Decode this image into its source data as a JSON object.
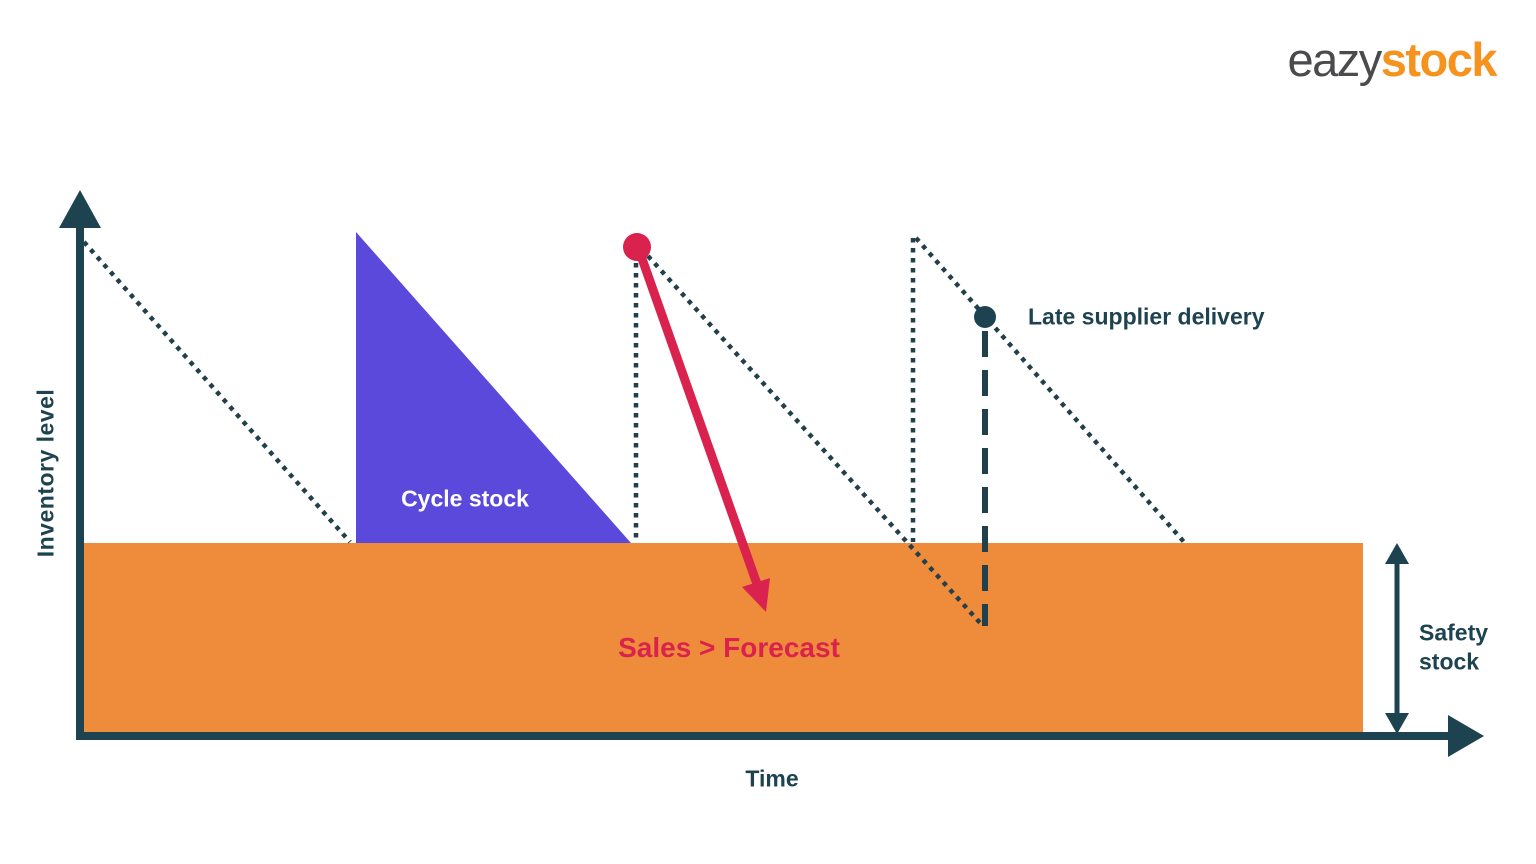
{
  "page": {
    "type": "inventory-level-diagram",
    "background": "#FFFFFF"
  },
  "logo": {
    "part_gray": "eazy",
    "part_orange": "stock",
    "gray_color": "#4B4B4D",
    "orange_color": "#F6921E"
  },
  "axes": {
    "y_label": "Inventory level",
    "x_label": "Time",
    "color": "#1E4350"
  },
  "labels": {
    "cycle_stock": {
      "text": "Cycle stock",
      "color": "#FFFFFF"
    },
    "sales_vs_forecast": {
      "text": "Sales > Forecast",
      "color": "#D9234E"
    },
    "late_supplier_delivery": {
      "text": "Late supplier delivery",
      "color": "#1E4350"
    },
    "safety_stock": {
      "text": "Safety stock",
      "color": "#1E4350"
    }
  },
  "colors": {
    "safety_stock_band": "#EF8C3B",
    "cycle_stock_triangle": "#5B49DB",
    "sales_arrow_and_dot": "#D9234E",
    "axis_and_text": "#1E4350",
    "dotted_lines": "#22404B",
    "late_delivery_dashed_line": "#22404B"
  }
}
